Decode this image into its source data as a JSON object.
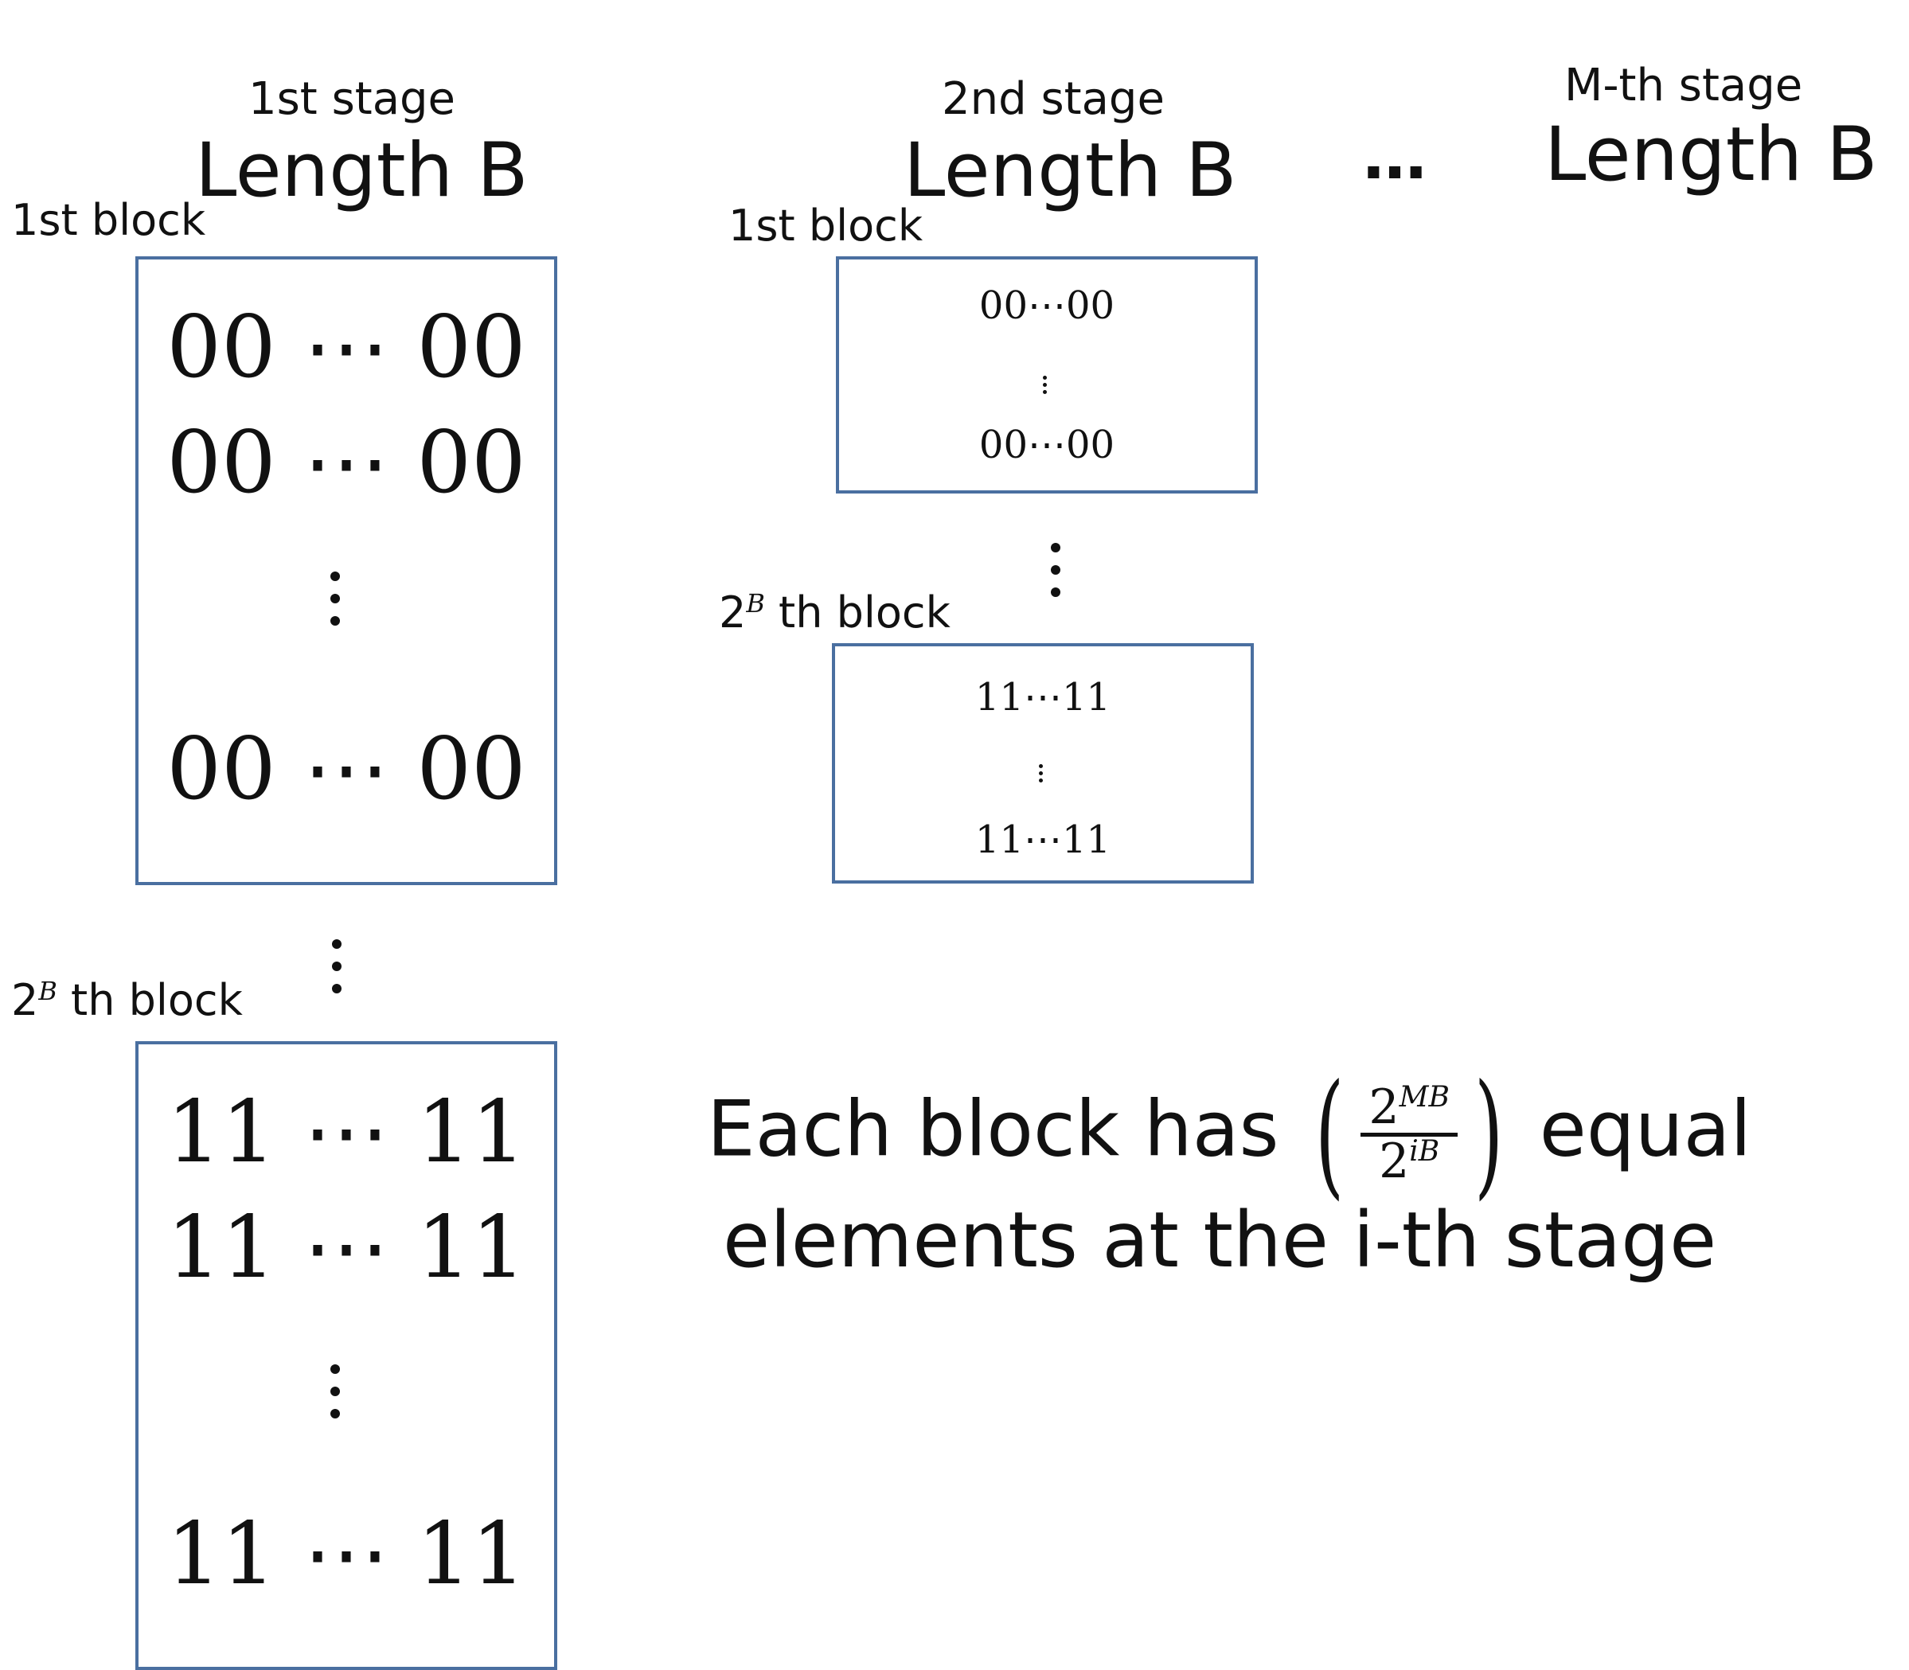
{
  "stages": [
    {
      "stage_label": "1st stage",
      "length_label": "Length B"
    },
    {
      "stage_label": "2nd stage",
      "length_label": "Length B"
    },
    {
      "stage_label": "M-th stage",
      "length_label": "Length B"
    }
  ],
  "stage_gap_ellipsis": "…",
  "stage1": {
    "first_block_label": "1st block",
    "last_block_label_base": "2",
    "last_block_label_sup": "B",
    "last_block_label_rest": " th block",
    "first_block_rows": [
      "00 ⋯ 00",
      "00 ⋯ 00",
      "00 ⋯ 00"
    ],
    "last_block_rows": [
      "11 ⋯ 11",
      "11 ⋯ 11",
      "11 ⋯ 11"
    ]
  },
  "stage2": {
    "first_block_label": "1st block",
    "last_block_label_base": "2",
    "last_block_label_sup": "B",
    "last_block_label_rest": " th block",
    "first_block_rows": [
      "00⋯00",
      "00⋯00"
    ],
    "last_block_rows": [
      "11⋯11",
      "11⋯11"
    ]
  },
  "note": {
    "line1_before": "Each block has",
    "frac_num_base": "2",
    "frac_num_sup": "MB",
    "frac_den_base": "2",
    "frac_den_sup": "iB",
    "line1_after": "equal",
    "line2": "elements at the i-th stage"
  }
}
